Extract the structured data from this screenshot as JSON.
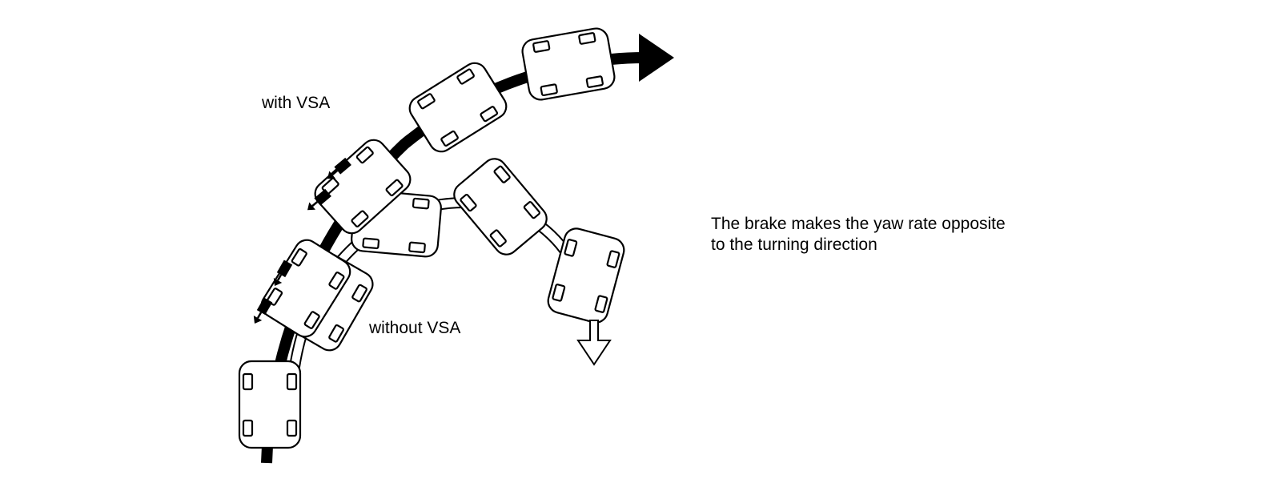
{
  "labels": {
    "with_vsa": "with VSA",
    "without_vsa": "without VSA",
    "note_line1": "The brake makes the yaw rate opposite",
    "note_line2": "to the turning direction"
  },
  "colors": {
    "ink": "#000000",
    "paper": "#ffffff"
  },
  "icons": {
    "car": "car-topview-icon",
    "brake_arrow": "brake-force-arrow-icon",
    "direction_arrow": "direction-arrow-icon"
  }
}
